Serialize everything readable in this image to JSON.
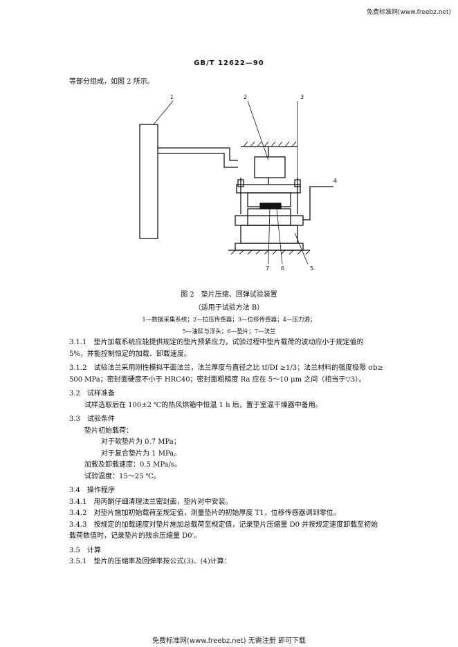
{
  "watermark_top": "免费标准网(www.freebz.net)",
  "header": "GB/T  12622—90",
  "intro": "等部分组成，如图 2 所示。",
  "figure": {
    "labels": [
      "1",
      "2",
      "3",
      "4",
      "5",
      "6",
      "7"
    ],
    "caption": "图 2　垫片压缩、回弹试验装置",
    "subcaption": "（适用于试验方法 B）",
    "legend_line1": "1—数据采集系统；2—拉压传感器；3—位移传感器；4—压力源；",
    "legend_line2": "5—油缸与浮头；6—垫片；7—法兰"
  },
  "lines": [
    {
      "id": "l1",
      "text": "3.1.1　垫片加载系统应能提供规定的垫片预紧应力，试验过程中垫片载荷的波动应小于规定值的"
    },
    {
      "id": "l2",
      "text": "5%，并能控制恒定的加载、卸载速度。"
    },
    {
      "id": "l3",
      "text": "3.1.2　试验法兰采用刚性模拟平面法兰，法兰厚度与直径之比 tf/Df ≥1/3；法兰材料的强度极限 σb≥"
    },
    {
      "id": "l4",
      "text": "500 MPa；密封面硬度不小于 HRC40；密封面粗糙度 Ra 应在 5～10 μm 之间（相当于▽3）。"
    },
    {
      "id": "l5",
      "text": "3.2　试样准备"
    },
    {
      "id": "l6",
      "text": "试样选取后在 100±2 ℃的热风烘箱中恒温 1 h 后，置于室温干燥器中备用。"
    },
    {
      "id": "l7",
      "text": "3.3　试验条件"
    },
    {
      "id": "l8",
      "text": "垫片初始载荷："
    },
    {
      "id": "l9",
      "text": "对于软垫片为 0.7 MPa；"
    },
    {
      "id": "l10",
      "text": "对于复合垫片为 1 MPa。"
    },
    {
      "id": "l11",
      "text": "加载及卸载速度：0.5 MPa/s。"
    },
    {
      "id": "l12",
      "text": "试验温度：15～25 ℃。"
    },
    {
      "id": "l13",
      "text": "3.4　操作程序"
    },
    {
      "id": "l14",
      "text": "3.4.1　用丙酮仔细清理法兰密封面，垫片对中安装。"
    },
    {
      "id": "l15",
      "text": "3.4.2　对垫片施加初始载荷至规定值，测量垫片的初始厚度 T1，位移传感器调到零位。"
    },
    {
      "id": "l16",
      "text": "3.4.3　按规定的加载速度对垫片施加总载荷至规定值，记录垫片压缩量 D0 并按规定速度卸载至初始"
    },
    {
      "id": "l17",
      "text": "载荷数值时，记录垫片的残余压缩量 D0'。"
    },
    {
      "id": "l18",
      "text": "3.5　计算"
    },
    {
      "id": "l19",
      "text": "3.5.1　垫片的压缩率及回弹率按公式(3)、(4)计算："
    }
  ],
  "watermark_bottom": "免费标准网(www.freebz.net) 无需注册 即可下载"
}
